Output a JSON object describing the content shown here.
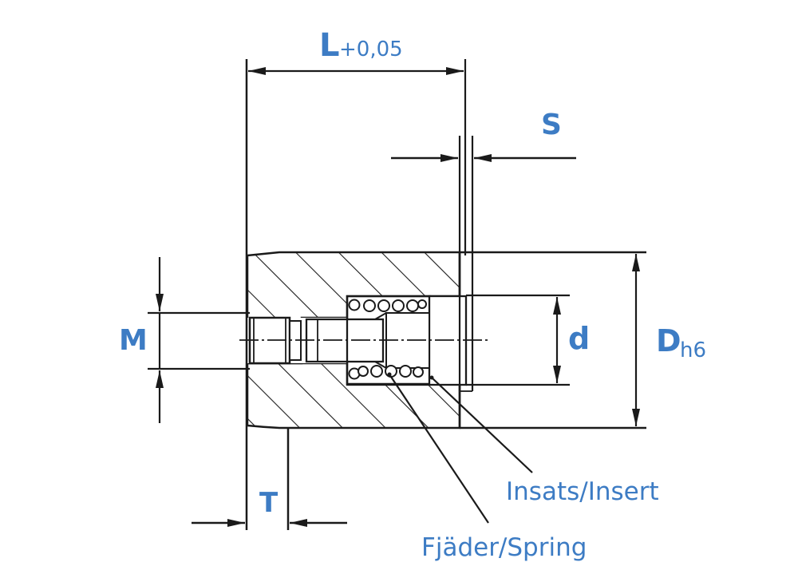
{
  "labels": {
    "length_main": "L",
    "length_tolerance": "+0,05",
    "slot_width": "S",
    "thread": "M",
    "bore_diameter": "d",
    "outer_diameter_main": "D",
    "outer_diameter_tolerance": "h6",
    "depth": "T",
    "insert": "Insats/Insert",
    "spring": "Fjäder/Spring"
  },
  "colors": {
    "label": "#3d7cc4",
    "line": "#1a1a1a",
    "background": "#ffffff"
  }
}
